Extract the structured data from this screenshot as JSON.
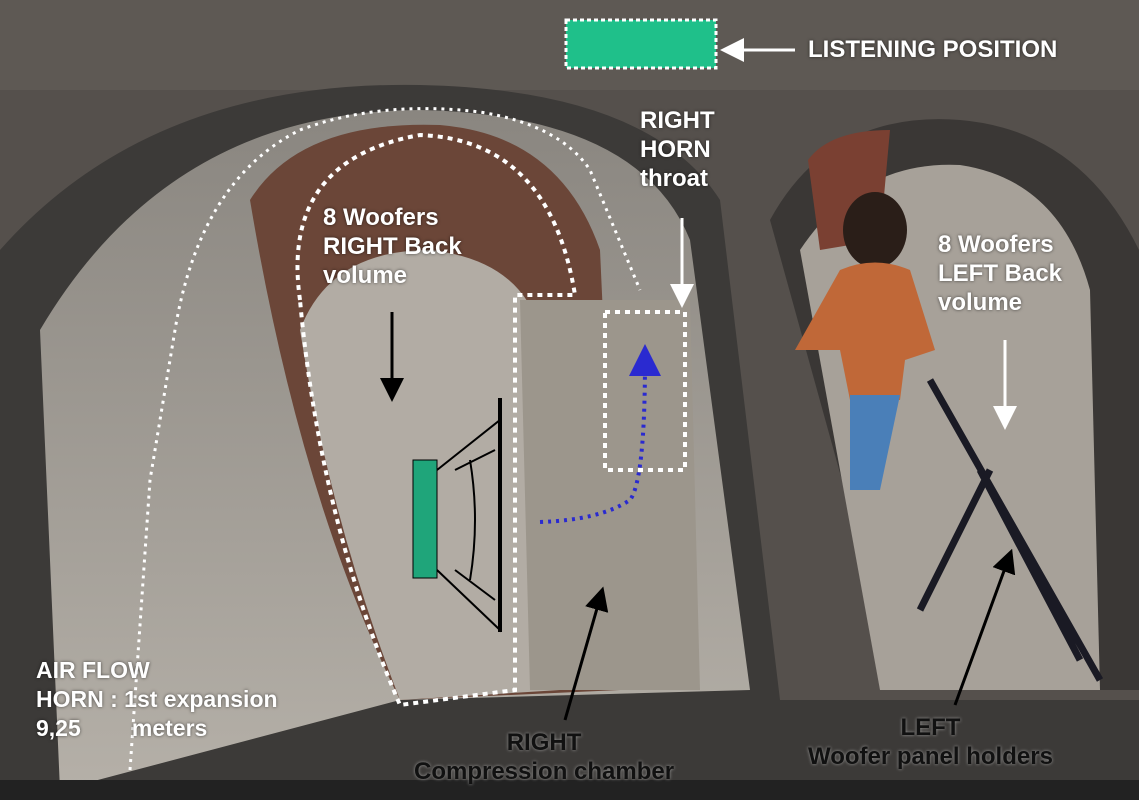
{
  "labels": {
    "listening_position": "LISTENING POSITION",
    "right_horn_throat": [
      "RIGHT",
      "HORN",
      "throat"
    ],
    "right_back_volume": [
      "8 Woofers",
      "RIGHT Back",
      "volume"
    ],
    "left_back_volume": [
      "8 Woofers",
      "LEFT Back",
      "volume"
    ],
    "air_flow": [
      "AIR FLOW",
      "HORN : 1st expansion",
      "9,25        meters"
    ],
    "right_compression": [
      "RIGHT",
      "Compression chamber"
    ],
    "left_panel_holders": [
      "LEFT",
      "Woofer panel holders"
    ]
  },
  "colors": {
    "woofer": "#1fa57a",
    "listening": "#1fc08a",
    "flow_arrow": "#2a2ad0"
  }
}
